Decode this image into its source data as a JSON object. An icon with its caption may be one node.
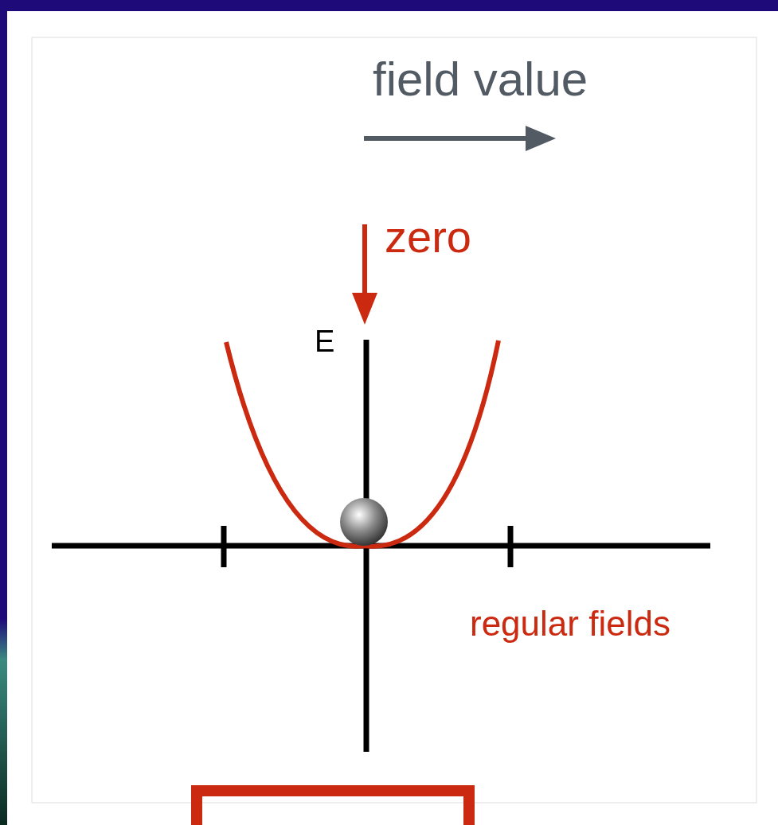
{
  "diagram": {
    "labels": [
      "field value",
      "zero",
      "E",
      "regular fields"
    ]
  }
}
